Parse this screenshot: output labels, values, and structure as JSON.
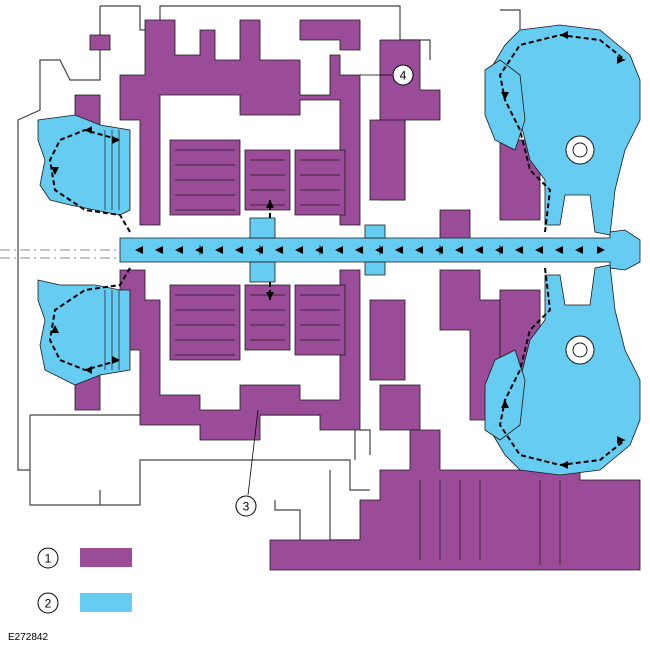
{
  "colors": {
    "purple": "#9a4c99",
    "blue": "#66ccf2",
    "line": "#1a1a1a",
    "background": "#ffffff"
  },
  "callouts": {
    "c1": "1",
    "c2": "2",
    "c3": "3",
    "c4": "4"
  },
  "legend": [
    {
      "number": "1",
      "color": "#9a4c99"
    },
    {
      "number": "2",
      "color": "#66ccf2"
    }
  ],
  "figure_id": "E272842"
}
